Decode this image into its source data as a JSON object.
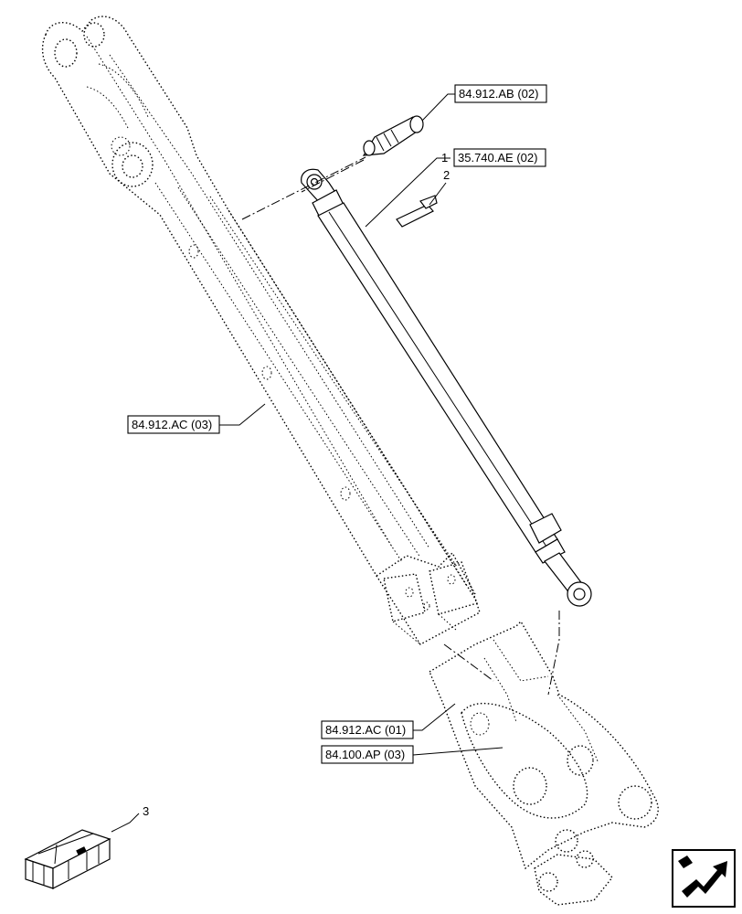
{
  "references": {
    "ref_84_912_ab_02": "84.912.AB (02)",
    "ref_35_740_ae_02": "35.740.AE (02)",
    "ref_84_912_ac_03": "84.912.AC (03)",
    "ref_84_912_ac_01": "84.912.AC (01)",
    "ref_84_100_ap_03": "84.100.AP (03)"
  },
  "callouts": {
    "item_1": "1",
    "item_2": "2",
    "item_3": "3"
  },
  "icons": {
    "kit_box": "kit-crate-icon",
    "navigation": "return-arrow-icon"
  }
}
